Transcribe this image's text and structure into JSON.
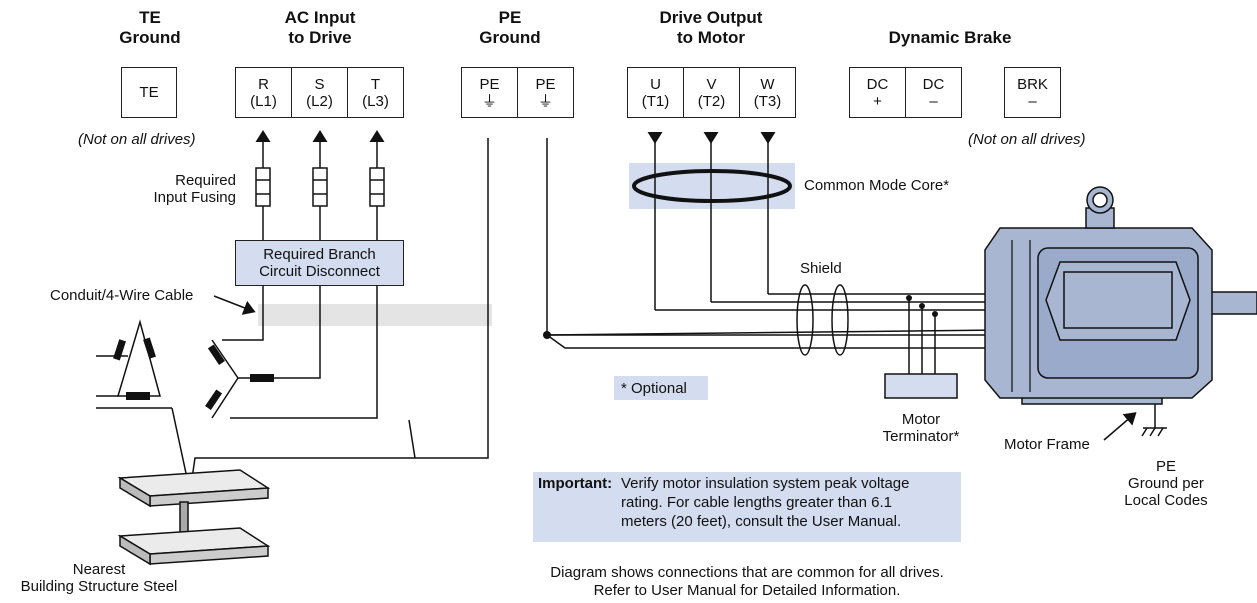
{
  "headers": {
    "te_ground": [
      "TE",
      "Ground"
    ],
    "ac_input": [
      "AC Input",
      "to Drive"
    ],
    "pe_ground": [
      "PE",
      "Ground"
    ],
    "drive_output": [
      "Drive Output",
      "to Motor"
    ],
    "dynamic_brake": "Dynamic Brake"
  },
  "terminals": {
    "te": "TE",
    "r": [
      "R",
      "(L1)"
    ],
    "s": [
      "S",
      "(L2)"
    ],
    "t": [
      "T",
      "(L3)"
    ],
    "pe1": [
      "PE",
      "⏚"
    ],
    "pe2": [
      "PE",
      "⏚"
    ],
    "u": [
      "U",
      "(T1)"
    ],
    "v": [
      "V",
      "(T2)"
    ],
    "w": [
      "W",
      "(T3)"
    ],
    "dc_plus": [
      "DC",
      "+"
    ],
    "dc_minus": [
      "DC",
      "–"
    ],
    "brk": [
      "BRK",
      "–"
    ]
  },
  "labels": {
    "not_on_all_left": "(Not on all drives)",
    "not_on_all_right": "(Not on all drives)",
    "input_fusing": [
      "Required",
      "Input Fusing"
    ],
    "branch_disconnect": [
      "Required Branch",
      "Circuit Disconnect"
    ],
    "conduit": "Conduit/4-Wire Cable",
    "common_mode_core": "Common Mode Core*",
    "shield": "Shield",
    "optional": "* Optional",
    "motor_terminator": [
      "Motor",
      "Terminator*"
    ],
    "motor_frame": "Motor Frame",
    "pe_local": [
      "PE",
      "Ground per",
      "Local Codes"
    ],
    "nearest_steel": [
      "Nearest",
      "Building Structure Steel"
    ],
    "important_label": "Important:",
    "important_text": [
      "Verify motor insulation system peak voltage",
      "rating. For cable lengths greater than 6.1",
      "meters (20 feet), consult the User Manual."
    ],
    "footer": [
      "Diagram shows connections that are common for all drives.",
      "Refer to User Manual for Detailed Information."
    ]
  },
  "colors": {
    "highlight": "#d4dcef",
    "conduit": "#e4e4e4",
    "motor_body": "#a8b6d2",
    "motor_dark": "#8797b8"
  }
}
